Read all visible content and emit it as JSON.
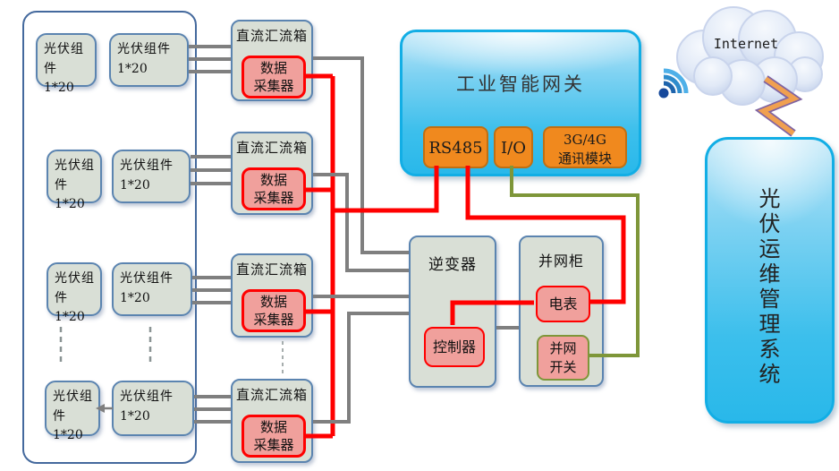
{
  "pv_field": {
    "modules": [
      {
        "line1": "光伏组件",
        "line2": "1*20"
      },
      {
        "line1": "光伏组件",
        "line2": "1*20"
      },
      {
        "line1": "光伏组件",
        "line2": "1*20"
      },
      {
        "line1": "光伏组件",
        "line2": "1*20"
      },
      {
        "line1": "光伏组件",
        "line2": "1*20"
      },
      {
        "line1": "光伏组件",
        "line2": "1*20"
      },
      {
        "line1": "光伏组件",
        "line2": "1*20"
      },
      {
        "line1": "光伏组件",
        "line2": "1*20"
      }
    ]
  },
  "combiners": [
    {
      "title": "直流汇流箱",
      "collector": {
        "line1": "数据",
        "line2": "采集器"
      }
    },
    {
      "title": "直流汇流箱",
      "collector": {
        "line1": "数据",
        "line2": "采集器"
      }
    },
    {
      "title": "直流汇流箱",
      "collector": {
        "line1": "数据",
        "line2": "采集器"
      }
    },
    {
      "title": "直流汇流箱",
      "collector": {
        "line1": "数据",
        "line2": "采集器"
      }
    }
  ],
  "gateway": {
    "title": "工业智能网关",
    "ports": {
      "rs485": "RS485",
      "io": "I/O",
      "cell_line1": "3G/4G",
      "cell_line2": "通讯模块"
    }
  },
  "inverter": {
    "title": "逆变器",
    "controller": "控制器"
  },
  "grid_cabinet": {
    "title": "并网柜",
    "meter": "电表",
    "switch": {
      "line1": "并网",
      "line2": "开关"
    }
  },
  "cloud": {
    "label": "Internet"
  },
  "management_system": {
    "label": "光伏运维管理系统"
  },
  "icons": {
    "wifi": "wifi-signal",
    "cloud": "internet-cloud",
    "lightning": "lightning-bolt"
  },
  "colors": {
    "line_gray": "#7F7F7F",
    "line_red": "#FF0000",
    "line_green": "#7E9639",
    "box_fill": "#D9DFD6",
    "box_border": "#5B84B0",
    "collector_fill": "#F0A09C",
    "port_orange": "#F0891E",
    "gateway_cyan": "#29B8EA"
  }
}
